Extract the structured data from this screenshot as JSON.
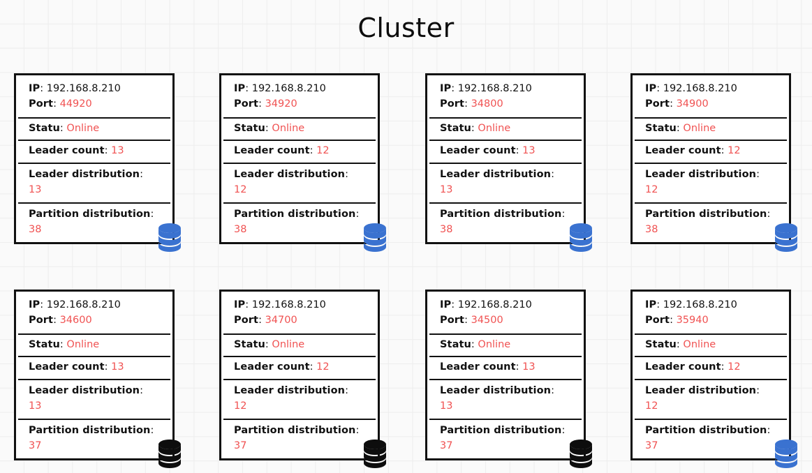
{
  "page": {
    "title": "Cluster",
    "background_color": "#fafafa",
    "grid_line_color": "#ededed"
  },
  "colors": {
    "label": "#111111",
    "value": "#f05252",
    "card_border": "#111111",
    "icon_blue": "#3a72d0",
    "icon_black": "#0d0d0d"
  },
  "field_labels": {
    "ip": "IP",
    "port": "Port",
    "status": "Statu",
    "leader_count": "Leader count",
    "leader_distribution": "Leader distribution",
    "partition_distribution": "Partition distribution",
    "separator": ":"
  },
  "nodes": [
    {
      "ip": "192.168.8.210",
      "port": "44920",
      "status": "Online",
      "leader_count": "13",
      "leader_distribution": "13",
      "partition_distribution": "38",
      "icon": "database-icon",
      "icon_color": "#3a72d0"
    },
    {
      "ip": "192.168.8.210",
      "port": "34920",
      "status": "Online",
      "leader_count": "12",
      "leader_distribution": "12",
      "partition_distribution": "38",
      "icon": "database-icon",
      "icon_color": "#3a72d0"
    },
    {
      "ip": "192.168.8.210",
      "port": "34800",
      "status": "Online",
      "leader_count": "13",
      "leader_distribution": "13",
      "partition_distribution": "38",
      "icon": "database-icon",
      "icon_color": "#3a72d0"
    },
    {
      "ip": "192.168.8.210",
      "port": "34900",
      "status": "Online",
      "leader_count": "12",
      "leader_distribution": "12",
      "partition_distribution": "38",
      "icon": "database-icon",
      "icon_color": "#3a72d0"
    },
    {
      "ip": "192.168.8.210",
      "port": "34600",
      "status": "Online",
      "leader_count": "13",
      "leader_distribution": "13",
      "partition_distribution": "37",
      "icon": "database-icon",
      "icon_color": "#0d0d0d"
    },
    {
      "ip": "192.168.8.210",
      "port": "34700",
      "status": "Online",
      "leader_count": "12",
      "leader_distribution": "12",
      "partition_distribution": "37",
      "icon": "database-icon",
      "icon_color": "#0d0d0d"
    },
    {
      "ip": "192.168.8.210",
      "port": "34500",
      "status": "Online",
      "leader_count": "13",
      "leader_distribution": "13",
      "partition_distribution": "37",
      "icon": "database-icon",
      "icon_color": "#0d0d0d"
    },
    {
      "ip": "192.168.8.210",
      "port": "35940",
      "status": "Online",
      "leader_count": "12",
      "leader_distribution": "12",
      "partition_distribution": "37",
      "icon": "database-icon",
      "icon_color": "#3a72d0"
    }
  ],
  "layout": {
    "columns_x": [
      20,
      314,
      609,
      903
    ],
    "rows_y": [
      105,
      415
    ]
  }
}
